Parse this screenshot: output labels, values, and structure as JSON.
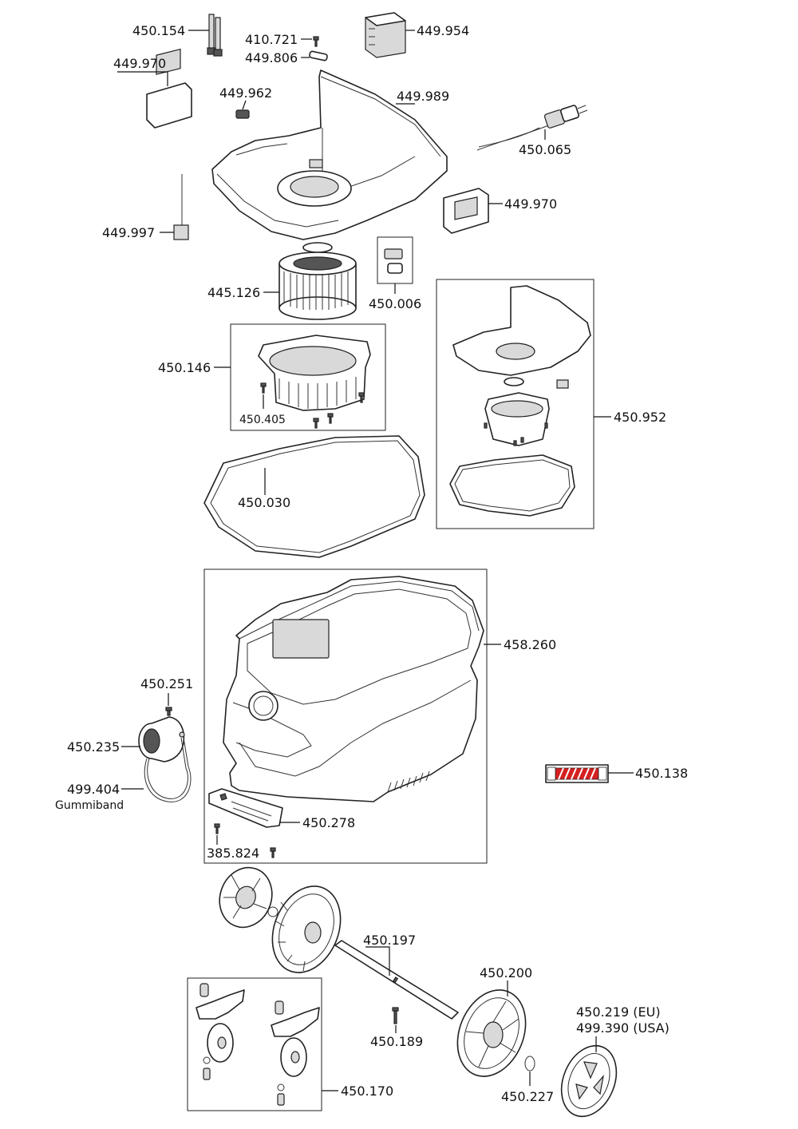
{
  "part_numbers": {
    "p450154": "450.154",
    "p410721": "410.721",
    "p449806": "449.806",
    "p449954": "449.954",
    "p449970a": "449.970",
    "p449962": "449.962",
    "p449989": "449.989",
    "p450065": "450.065",
    "p449970b": "449.970",
    "p449997": "449.997",
    "p445126": "445.126",
    "p450006": "450.006",
    "p450146": "450.146",
    "p450405": "450.405",
    "p450952": "450.952",
    "p450030": "450.030",
    "p458260": "458.260",
    "p450251": "450.251",
    "p450235": "450.235",
    "p499404": "499.404",
    "p499404_note": "Gummiband",
    "p450138": "450.138",
    "p450278": "450.278",
    "p385824": "385.824",
    "p450197": "450.197",
    "p450200": "450.200",
    "p450219": "450.219 (EU)",
    "p499390": "499.390 (USA)",
    "p450189": "450.189",
    "p450170": "450.170",
    "p450227": "450.227"
  },
  "colors": {
    "line": "#111111",
    "label_stripe_red": "#d62020"
  }
}
